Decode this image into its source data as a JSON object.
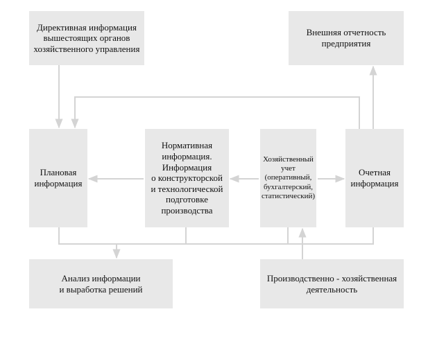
{
  "diagram": {
    "colors": {
      "box_fill": "#e8e8e8",
      "connector": "#d4d4d4"
    },
    "nodes": {
      "directive": {
        "text": "Директивная информация\nвышестоящих органов\nхозяйственного управления"
      },
      "external": {
        "text": "Внешняя отчетность\nпредприятия"
      },
      "planning": {
        "text": "Плановая\nинформация"
      },
      "normative": {
        "text": "Нормативная\nинформация.\nИнформация\nо конструкторской\nи технологической\nподготовке\nпроизводства"
      },
      "accounting": {
        "text": "Хозяйственный\nучет\n(оперативный,\nбухгалтерский,\nстатистический)"
      },
      "report": {
        "text": "Очетная\nинформация"
      },
      "analysis": {
        "text": "Анализ информации\nи выработка решений"
      },
      "production": {
        "text": "Производственно - хозяйственная\nдеятельность"
      }
    }
  }
}
